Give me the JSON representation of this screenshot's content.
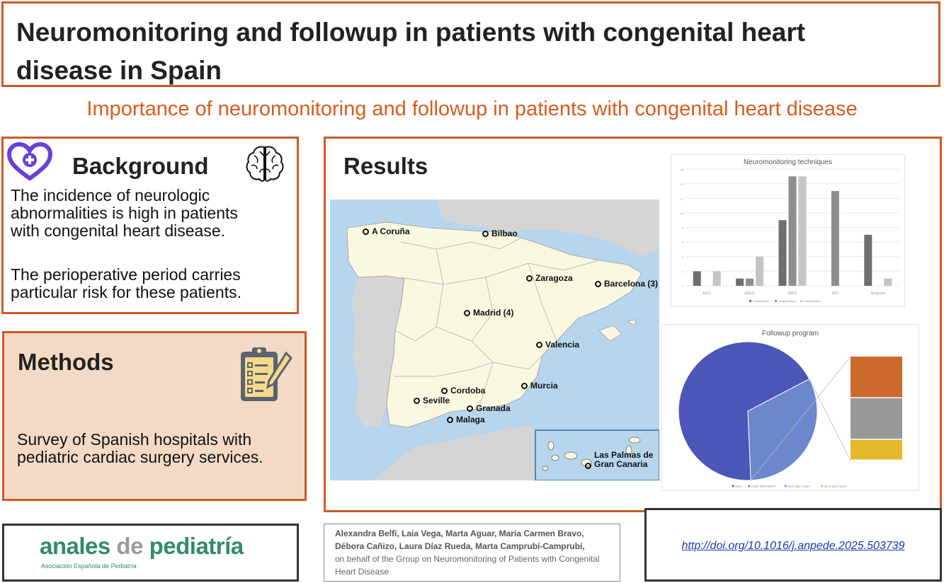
{
  "title": "Neuromonitoring and followup in patients with congenital heart disease in Spain",
  "subtitle": "Importance of neuromonitoring and followup in patients with congenital heart disease",
  "background": {
    "heading": "Background",
    "paragraph1": "The incidence of neurologic abnormalities is high in patients with congenital heart disease.",
    "paragraph2": "The perioperative period carries particular risk for these patients."
  },
  "methods": {
    "heading": "Methods",
    "text": "Survey of Spanish hospitals with pediatric cardiac surgery services."
  },
  "results": {
    "heading": "Results",
    "map_cities": [
      "A  Coruña",
      "Bilbao",
      "Zaragoza",
      "Barcelona (3)",
      "Madrid (4)",
      "Valencia",
      "Cordoba",
      "Seville",
      "Granada",
      "Murcia",
      "Malaga",
      "Las Palmas de Gran Canaria"
    ]
  },
  "colors": {
    "accent_orange": "#cc5a24",
    "methods_fill": "#f4dac4",
    "pie_none": "#4a56b8",
    "pie_under_development": "#cc6a2c",
    "pie_up_to_2": "#6c88cc",
    "pie_up_to_6": "#e6b82c"
  },
  "chart_data": [
    {
      "type": "bar",
      "title": "Neuromonitoring techniques",
      "categories": [
        "EEG",
        "aEEG",
        "NIRS",
        "BIS",
        "Ninguno"
      ],
      "series": [
        {
          "name": "Preoperative",
          "values": [
            2,
            1,
            9,
            0,
            7
          ]
        },
        {
          "name": "Intraoperative",
          "values": [
            0,
            1,
            15,
            13,
            0
          ]
        },
        {
          "name": "Postoperative",
          "values": [
            2,
            4,
            15,
            0,
            1
          ]
        }
      ],
      "ylim": [
        0,
        16
      ],
      "yticks": [
        0,
        2,
        4,
        6,
        8,
        10,
        12,
        14,
        16
      ],
      "legend_position": "bottom",
      "grid": true
    },
    {
      "type": "pie",
      "title": "Followup program",
      "slices": [
        {
          "name": "None",
          "value": 68
        },
        {
          "name": "Up to age 2 years",
          "value": 32
        }
      ],
      "breakdown": [
        {
          "name": "Under development",
          "value": 14
        },
        {
          "name": "Up to age 2 years",
          "value": 14
        },
        {
          "name": "Up to age 6 years",
          "value": 7
        }
      ],
      "legend": [
        "None",
        "Under development",
        "Up to age 2 years",
        "Up to age 6 years"
      ],
      "legend_position": "bottom"
    }
  ],
  "logo": {
    "word1": "anales ",
    "word2": "de ",
    "word3": "pediatría",
    "tagline": "Asociación Española de Pediatría"
  },
  "authors": {
    "line1": "Alexandra Belfi, Laia Vega, Marta Aguar, María Carmen Bravo,",
    "line2": "Débora Cañizo, Laura Díaz Rueda, Marta Camprubí-Camprubí,",
    "line3": "on behalf of the Group on Neuromonitoring of Patients with Congenital Heart Disease"
  },
  "doi": "http://doi.org/10.1016/j.anpede.2025.503739"
}
